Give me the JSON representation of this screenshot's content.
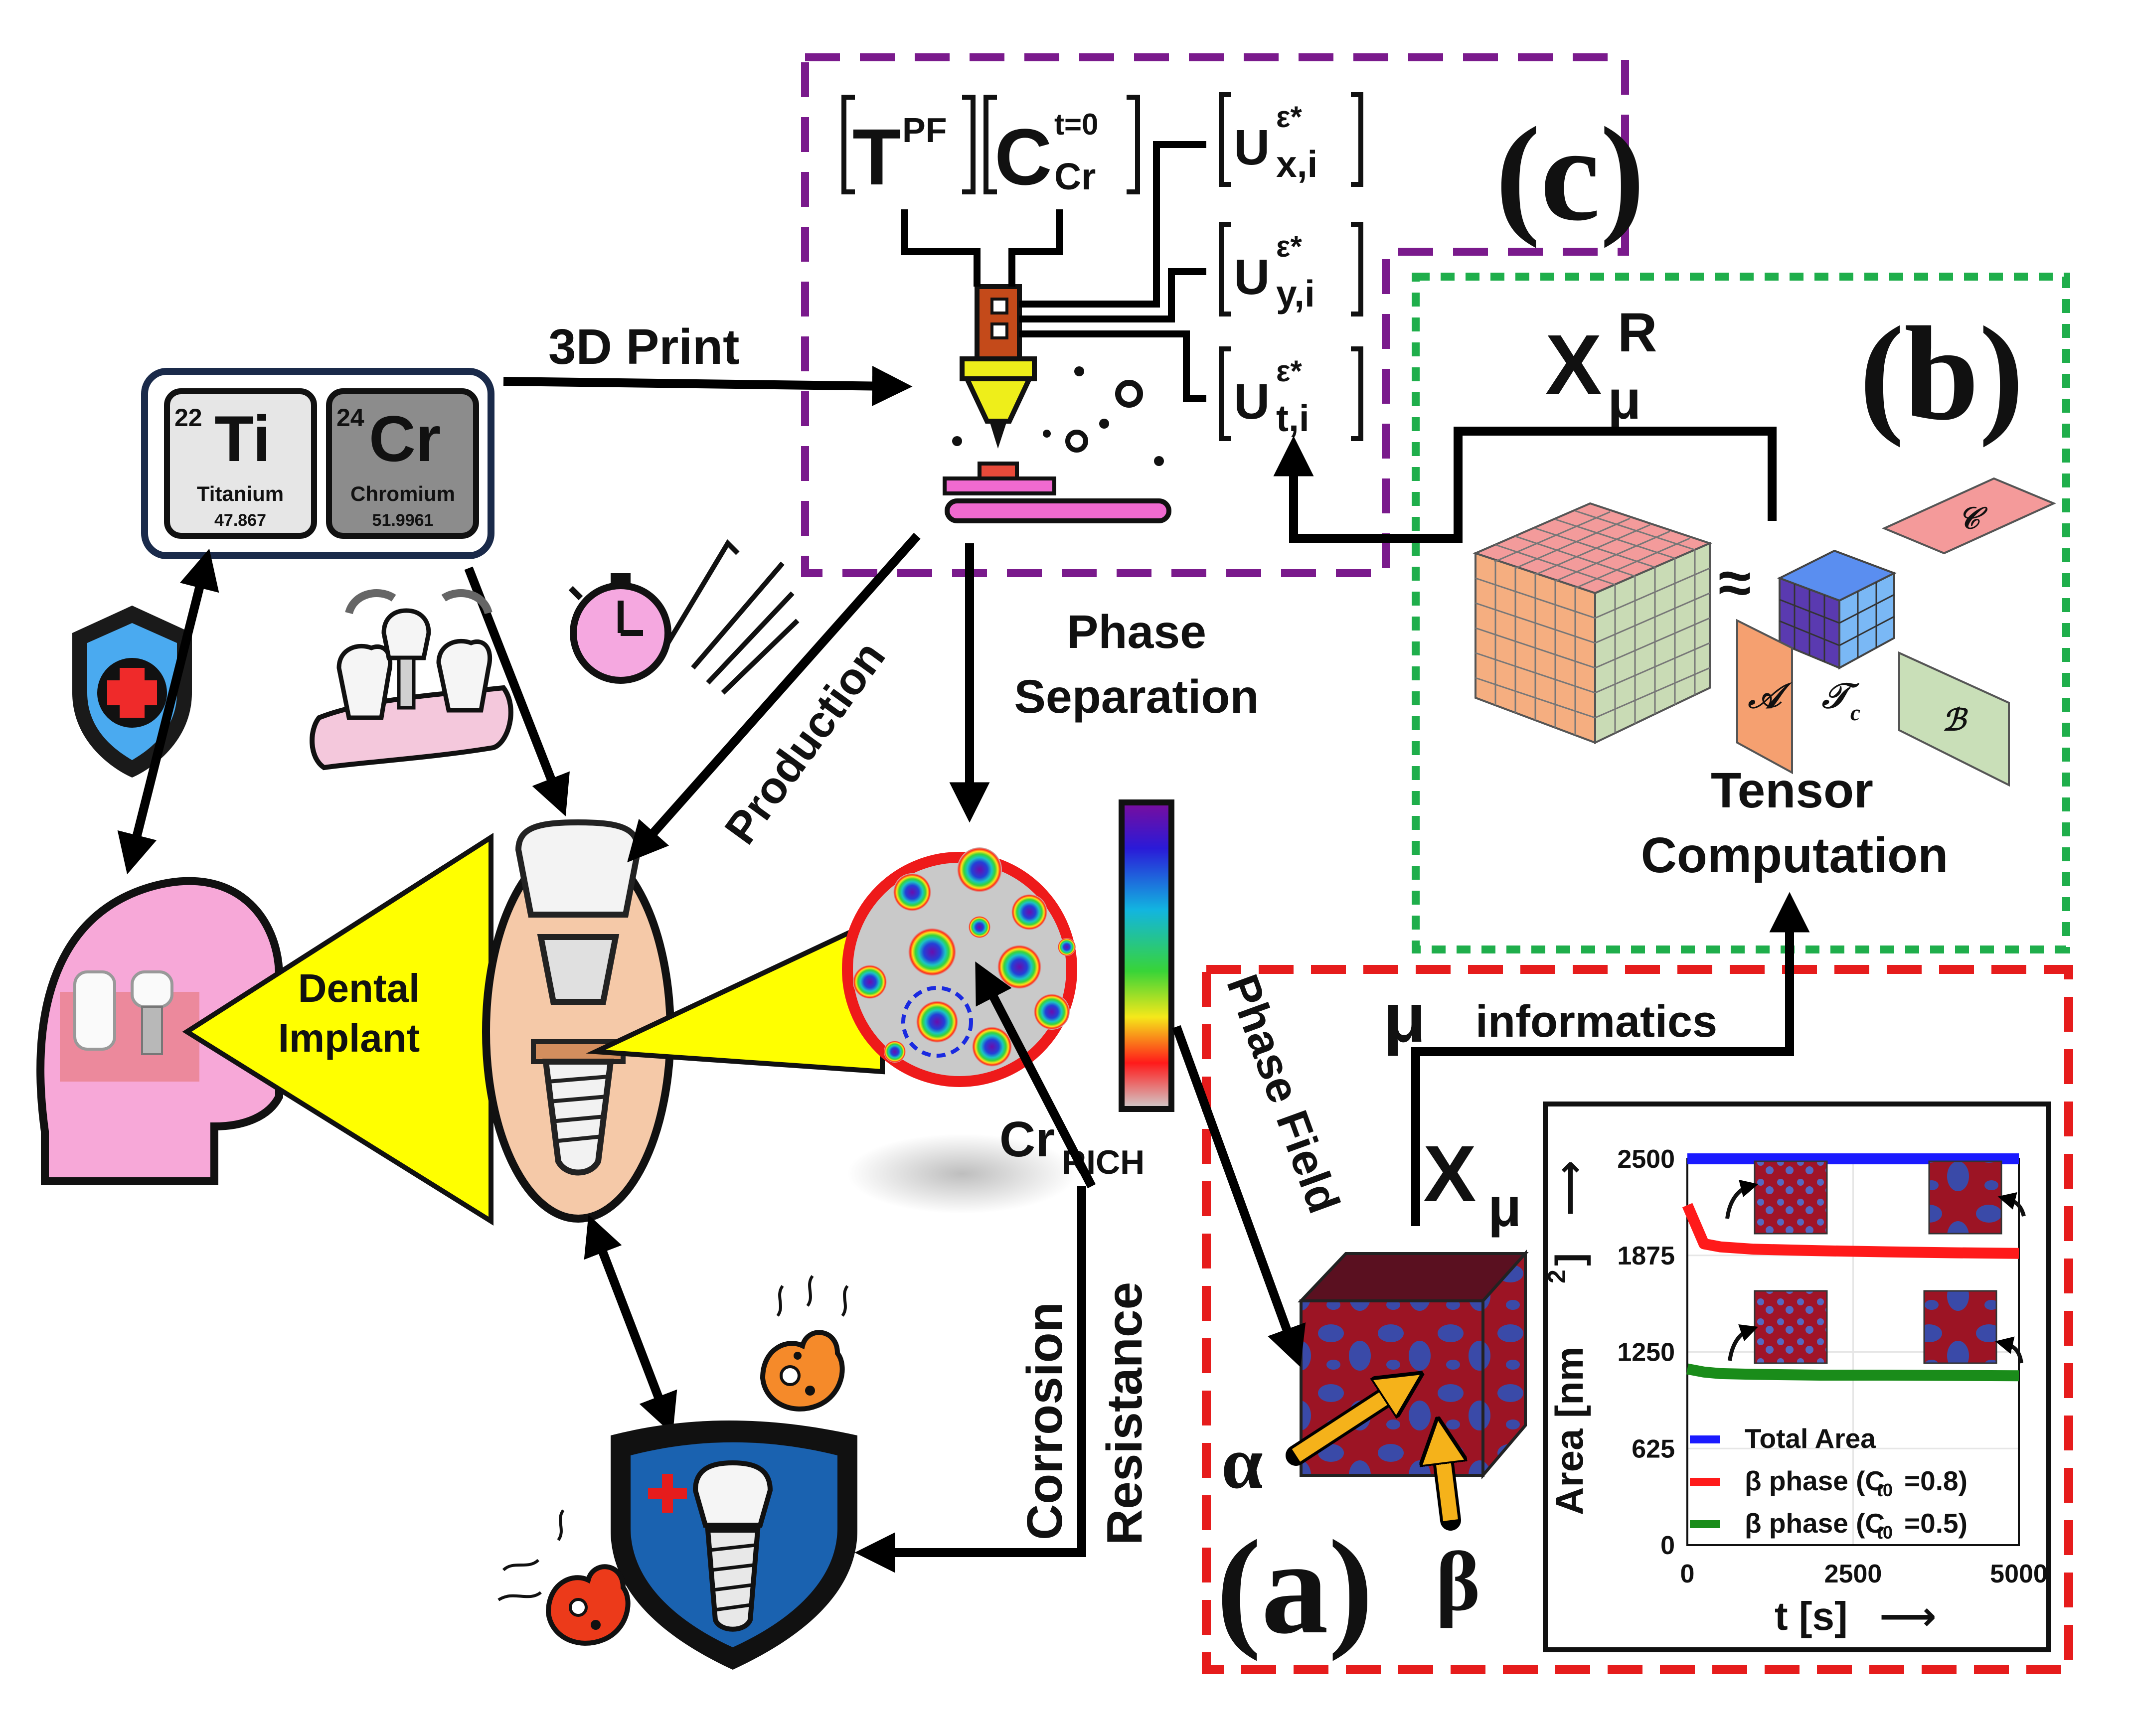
{
  "panels": {
    "a_label": "(a)",
    "b_label": "(b)",
    "c_label": "(c)"
  },
  "elements": {
    "ti": {
      "number": "22",
      "symbol": "Ti",
      "name": "Titanium",
      "mass": "47.867"
    },
    "cr": {
      "number": "24",
      "symbol": "Cr",
      "name": "Chromium",
      "mass": "51.9961"
    }
  },
  "labels": {
    "print": "3D Print",
    "production": "Production",
    "phase_separation_1": "Phase",
    "phase_separation_2": "Separation",
    "dental_1": "Dental",
    "dental_2": "Implant",
    "cr_rich_main": "Cr",
    "cr_rich_sub": "RICH",
    "corrosion": "Corrosion",
    "resistance": "Resistance",
    "phase_field": "Phase Field",
    "mu_symbol": "μ",
    "informatics": "informatics",
    "tensor_1": "Tensor",
    "tensor_2": "Computation",
    "approx": "≈",
    "alpha": "α",
    "beta": "β"
  },
  "printer_inputs": {
    "T": "T",
    "T_sup": "PF",
    "C": "C",
    "C_sup": "t=0",
    "C_sub": "Cr",
    "U": "U",
    "U_sup": "ε*",
    "Ux_sub": "x,i",
    "Uy_sub": "y,i",
    "Ut_sub": "t,i"
  },
  "tensor": {
    "X_main": "X",
    "X_sub": "μ",
    "XR_sup": "R",
    "factor_A": "𝒜",
    "factor_B": "ℬ",
    "factor_C": "𝒞",
    "core": "𝒯",
    "core_sub": "c"
  },
  "colors": {
    "panel_a": "#e61c1c",
    "panel_b": "#1fae4b",
    "panel_c": "#7a1a8c",
    "total_area": "#1a1aff",
    "beta_08": "#ff1a1a",
    "beta_05": "#1a8c1a",
    "head_skin": "#f7a8d8",
    "implant_skin": "#f5c9a8",
    "highlight": "#ffff00"
  },
  "chart_data": {
    "type": "line",
    "x": [
      0,
      250,
      500,
      1000,
      2000,
      3000,
      4000,
      5000
    ],
    "series": [
      {
        "name": "Total Area",
        "values": [
          2500,
          2500,
          2500,
          2500,
          2500,
          2500,
          2500,
          2500
        ]
      },
      {
        "name": "β phase (C_t0=0.8)",
        "values": [
          2200,
          1950,
          1930,
          1915,
          1905,
          1898,
          1892,
          1888
        ]
      },
      {
        "name": "β phase (C_t0=0.5)",
        "values": [
          1140,
          1120,
          1110,
          1105,
          1100,
          1100,
          1098,
          1096
        ]
      }
    ],
    "legend": [
      "Total Area",
      "β phase (C",
      "t0",
      "=0.8)",
      "β phase (C",
      "t0",
      "=0.5)"
    ],
    "xlabel": "t [s]",
    "ylabel": "Area [nm",
    "ylabel_sup": "2",
    "ylabel_end": "]",
    "arrow": "⟶",
    "xlim": [
      0,
      5000
    ],
    "ylim": [
      0,
      2500
    ],
    "xticks": [
      "0",
      "2500",
      "5000"
    ],
    "yticks": [
      "0",
      "625",
      "1250",
      "1875",
      "2500"
    ],
    "grid": true,
    "legend_position": "lower-left"
  }
}
